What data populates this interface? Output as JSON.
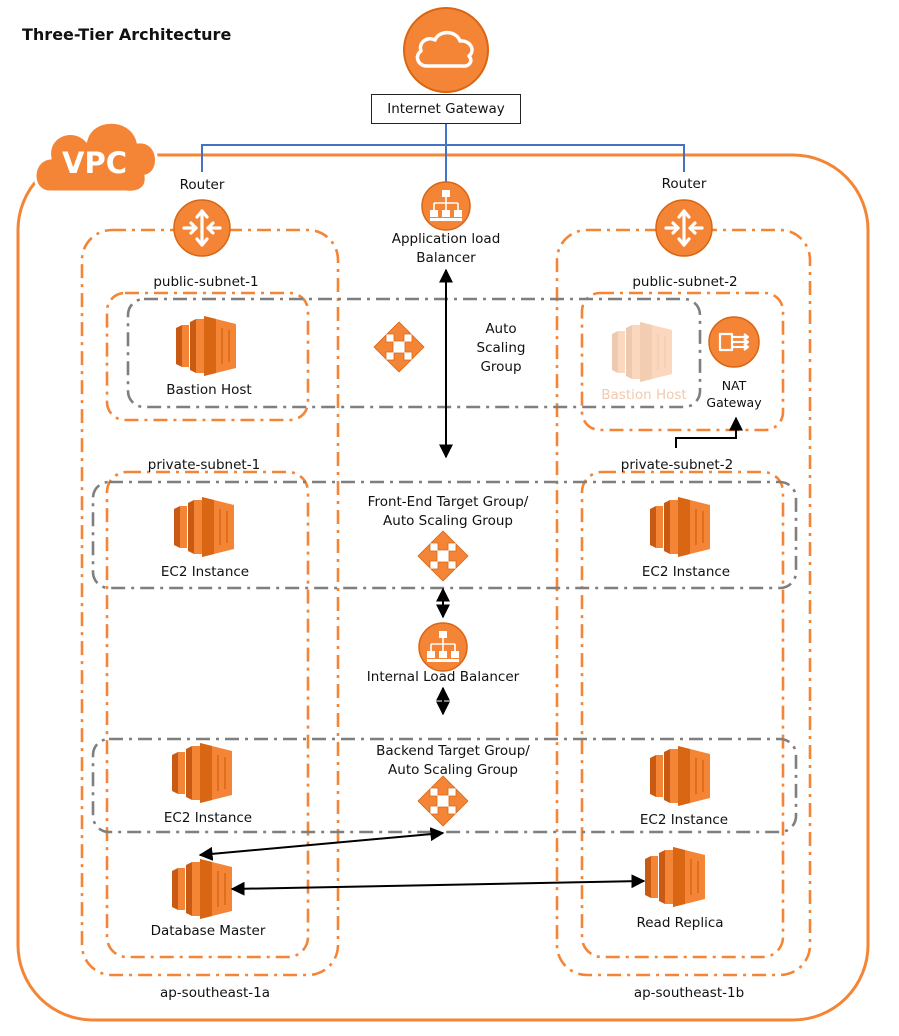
{
  "title": "Three-Tier Architecture",
  "internet_gateway": "Internet Gateway",
  "vpc_label": "VPC",
  "router_left": "Router",
  "router_right": "Router",
  "alb_label": [
    "Application load",
    "Balancer"
  ],
  "public_subnet_1": "public-subnet-1",
  "public_subnet_2": "public-subnet-2",
  "bastion_host_1": "Bastion Host",
  "bastion_host_2": "Bastion Host",
  "auto_scaling_group": [
    "Auto",
    "Scaling",
    "Group"
  ],
  "nat_gateway": [
    "NAT",
    "Gateway"
  ],
  "private_subnet_1": "private-subnet-1",
  "private_subnet_2": "private-subnet-2",
  "frontend_group": [
    "Front-End Target Group/",
    "Auto Scaling Group"
  ],
  "ec2_frontend_left": "EC2 Instance",
  "ec2_frontend_right": "EC2 Instance",
  "internal_lb": "Internal Load Balancer",
  "backend_group": [
    "Backend Target Group/",
    "Auto Scaling Group"
  ],
  "ec2_backend_left": "EC2 Instance",
  "ec2_backend_right": "EC2 Instance",
  "database_master": "Database Master",
  "read_replica": "Read Replica",
  "az_left": "ap-southeast-1a",
  "az_right": "ap-southeast-1b",
  "colors": {
    "aws_orange": "#f58536",
    "orange_dark": "#d86613",
    "connector_blue": "#4472c4",
    "asg_grey": "#7f7f7f"
  }
}
